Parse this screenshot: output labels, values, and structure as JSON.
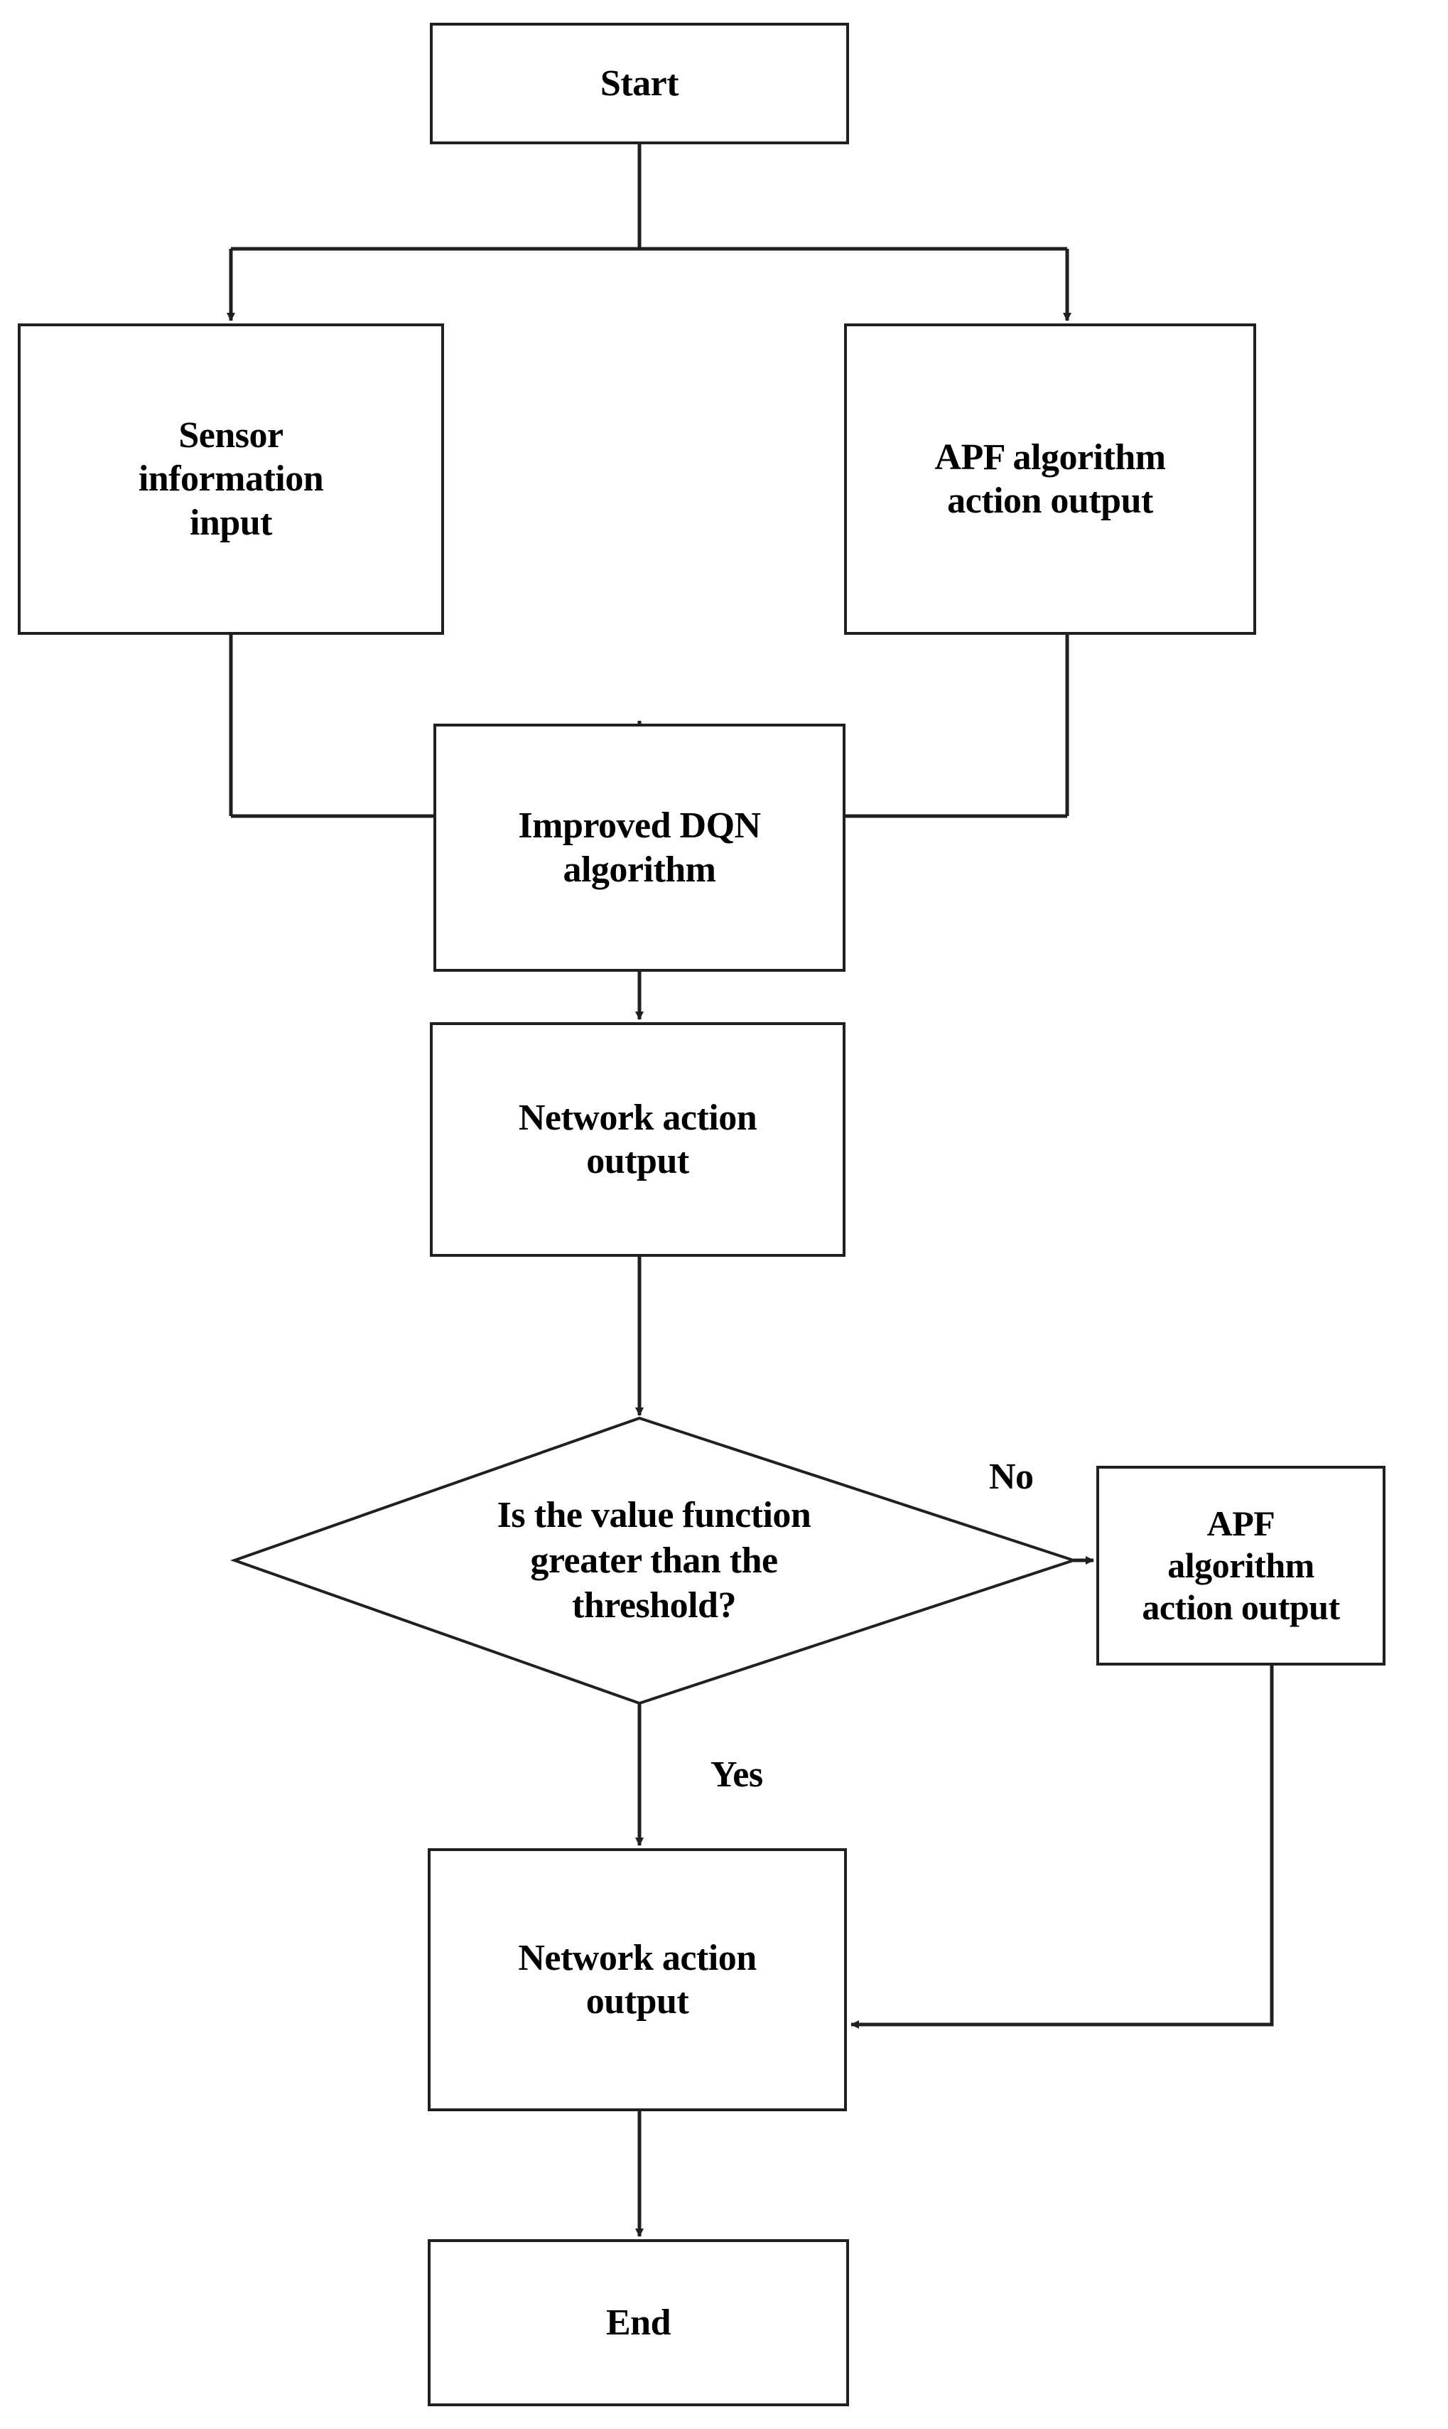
{
  "diagram": {
    "title": "Improved DQN with APF algorithm flowchart",
    "type": "flowchart",
    "colors": {
      "stroke": "#231f20",
      "fill": "#ffffff",
      "text": "#000000"
    },
    "nodes": {
      "start": {
        "label": "Start",
        "shape": "rectangle"
      },
      "sensor_input": {
        "label": "Sensor\ninformation\ninput",
        "shape": "rectangle"
      },
      "apf_top": {
        "label": "APF algorithm\naction output",
        "shape": "rectangle"
      },
      "improved_dqn": {
        "label": "Improved DQN\nalgorithm",
        "shape": "rectangle"
      },
      "network_output_1": {
        "label": "Network action\noutput",
        "shape": "rectangle"
      },
      "decision": {
        "label": "Is the value function\ngreater than the\nthreshold?",
        "shape": "diamond"
      },
      "apf_right": {
        "label": "APF\nalgorithm\naction output",
        "shape": "rectangle"
      },
      "network_output_2": {
        "label": "Network action\noutput",
        "shape": "rectangle"
      },
      "end": {
        "label": "End",
        "shape": "rectangle"
      }
    },
    "edge_labels": {
      "no": "No",
      "yes": "Yes"
    }
  }
}
